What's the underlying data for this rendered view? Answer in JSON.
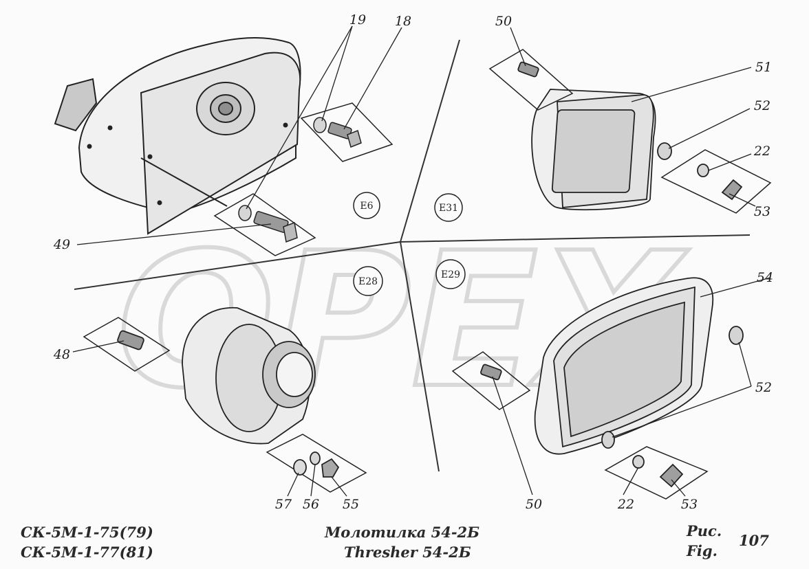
{
  "watermark": "OPEX",
  "zones": [
    "E6",
    "E31",
    "E28",
    "E29"
  ],
  "callouts": [
    "19",
    "18",
    "50",
    "51",
    "52",
    "22",
    "53",
    "49",
    "48",
    "54",
    "57",
    "56",
    "55"
  ],
  "footer": {
    "models": [
      "СК-5М-1-75(79)",
      "СК-5М-1-77(81)"
    ],
    "title_ru": "Молотилка 54-2Б",
    "title_en": "Thresher 54-2Б",
    "fig_ru": "Рис.",
    "fig_en": "Fig.",
    "fig_number": "107"
  }
}
